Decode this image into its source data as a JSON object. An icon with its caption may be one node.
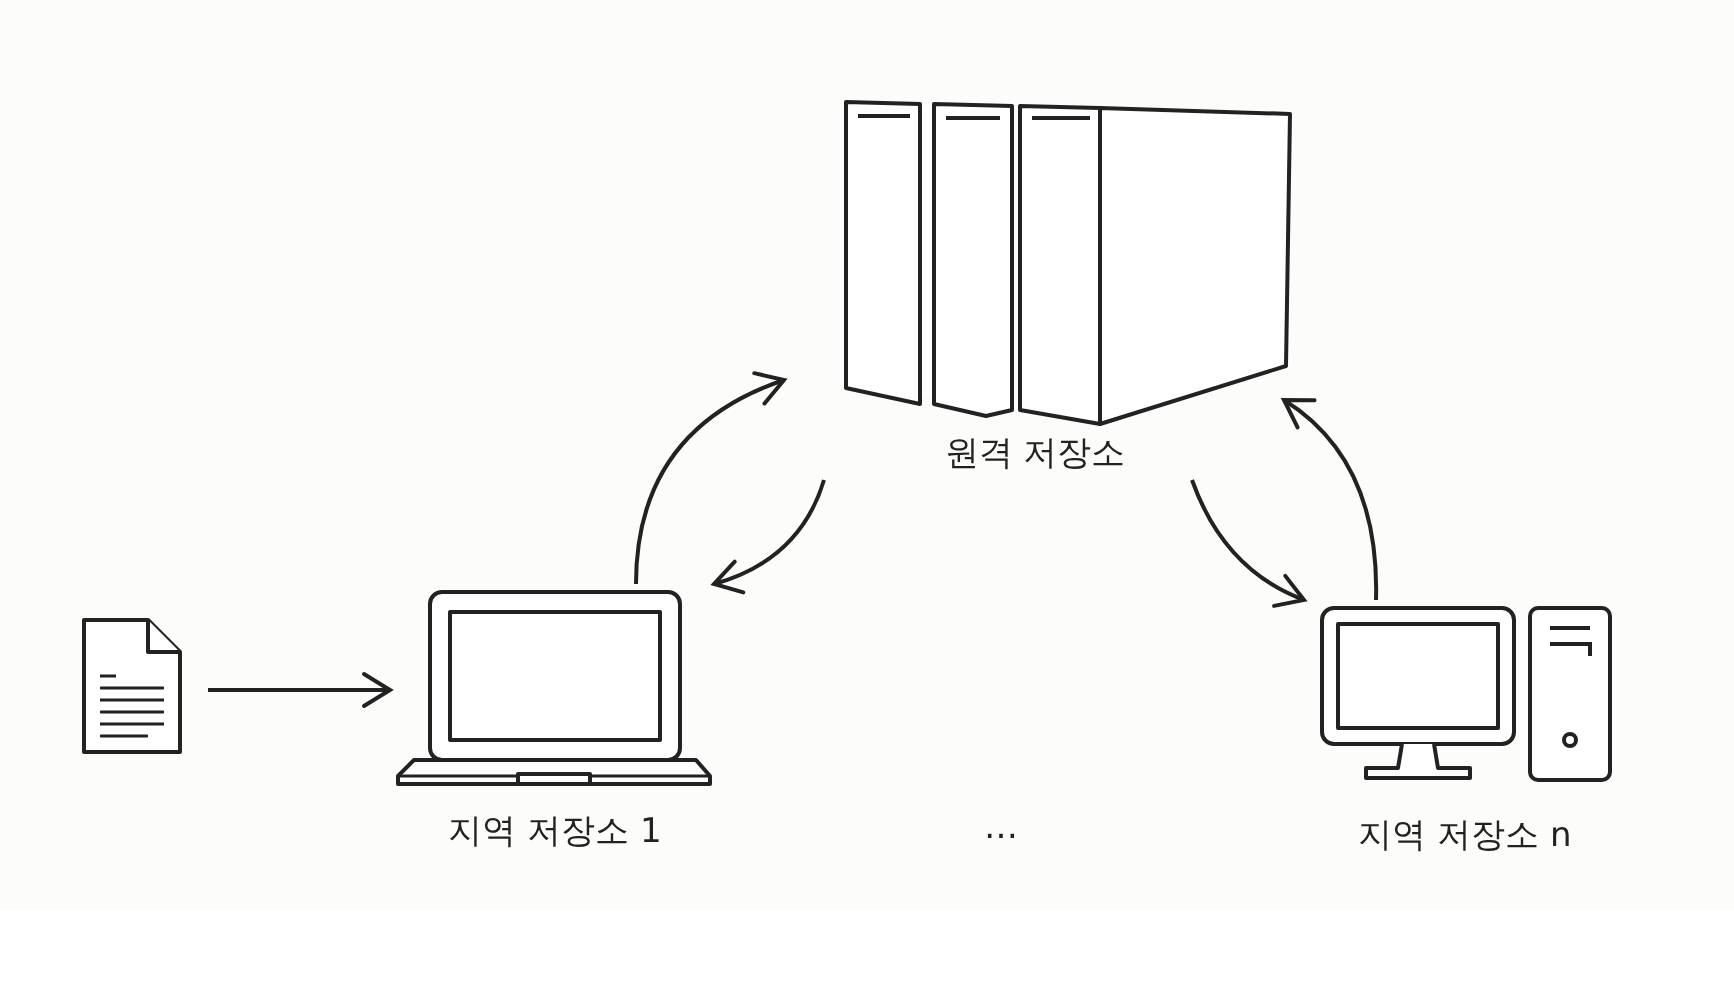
{
  "diagram": {
    "nodes": [
      {
        "text": [
          "원격 저장소"
        ]
      },
      {
        "text": [],
        "shape": "document"
      },
      {
        "text": [
          "지역 저장소 1"
        ]
      },
      {
        "text": [
          "지역 저장소 n"
        ]
      }
    ],
    "edges": [
      {
        "from": 1,
        "to": 2,
        "arrow": "to"
      },
      {
        "from": 2,
        "to": 0,
        "arrow": "to"
      },
      {
        "from": 0,
        "to": 2,
        "arrow": "to"
      },
      {
        "from": 0,
        "to": 3,
        "arrow": "to"
      },
      {
        "from": 3,
        "to": 0,
        "arrow": "to"
      }
    ],
    "labels": [
      "…"
    ]
  }
}
